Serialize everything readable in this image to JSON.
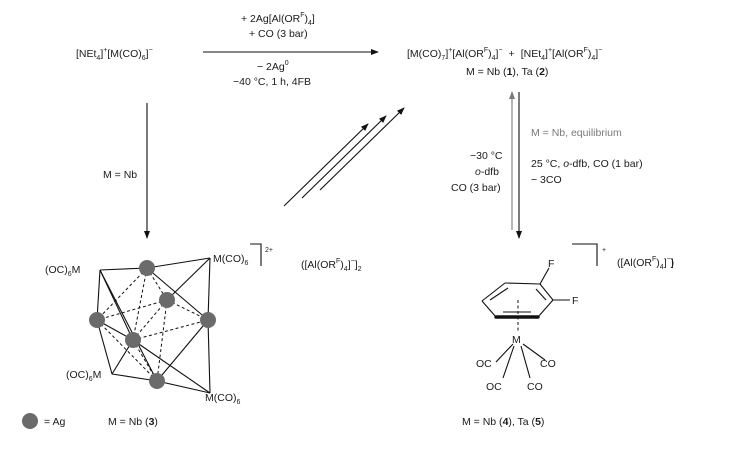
{
  "top": {
    "reactant_1": "[NEt",
    "reactant_2": "]",
    "reactant_3": "[M(CO)",
    "reactant_4": "]",
    "sub_4": "4",
    "sub_6": "6",
    "sup_plus": "+",
    "sup_minus": "−",
    "reagent_line1": "+ 2Ag[Al(OR",
    "reagent_line1_end": ")",
    "reagent_F": "F",
    "reagent_line2": "+ CO (3 bar)",
    "byproduct_line": "− 2Ag",
    "byproduct_sup": "0",
    "conditions_line": "−40 °C, 1 h, 4FB",
    "product_a": "[M(CO)",
    "product_a_sub": "7",
    "product_a2": "]",
    "product_b": "[Al(OR",
    "product_b2": ")",
    "product_b3": "]",
    "plus_sign": "+",
    "product_c": "[NEt",
    "product_c2": "]",
    "product_d": "[Al(OR",
    "product_d2": ")",
    "product_d3": "]",
    "m_line_prefix": "M = Nb (",
    "m_line_1": "1",
    "m_line_mid": "), Ta (",
    "m_line_2": "2",
    "m_line_suffix": ")"
  },
  "left": {
    "condition": "M = Nb",
    "mco6": "M(CO)",
    "oc6m": "(OC)",
    "oc6m_tail": "M",
    "charge": "2+",
    "counterion": "([Al(OR",
    "counterion_tail": ")",
    "counterion_bracket": "]",
    "counterion_sub": "2",
    "label_prefix": "M = Nb (",
    "label_num": "3",
    "label_suffix": ")",
    "legend_text": "= Ag",
    "ag_color": "#6b6b6b"
  },
  "right": {
    "equilibrium": "M = Nb, equilibrium",
    "cond_down_1": "−30 °C",
    "cond_down_2a": "o",
    "cond_down_2b": "-dfb",
    "cond_down_3": "CO (3 bar)",
    "cond_up_1a": "25 °C, ",
    "cond_up_1b": "o",
    "cond_up_1c": "-dfb, CO (1 bar)",
    "cond_up_2": "− 3CO",
    "fluorine": "F",
    "metal": "M",
    "co": "CO",
    "oc": "OC",
    "charge": "+",
    "counterion": "([Al(OR",
    "counterion_tail": ")",
    "counterion_bracket": "])",
    "label_prefix": "M = Nb (",
    "label_num_1": "4",
    "label_mid": "), Ta  (",
    "label_num_2": "5",
    "label_suffix": ")"
  }
}
